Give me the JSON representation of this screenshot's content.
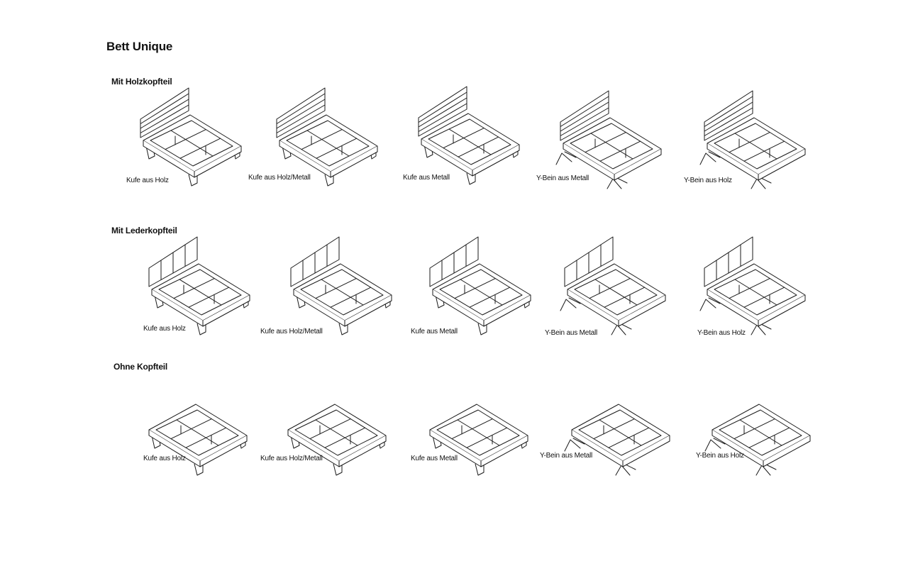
{
  "page": {
    "title": "Bett Unique"
  },
  "sections": [
    {
      "title": "Mit Holzkopfteil",
      "headboard": "holz",
      "items": [
        {
          "label": "Kufe aus Holz",
          "leg": "kufe"
        },
        {
          "label": "Kufe aus Holz/Metall",
          "leg": "kufe"
        },
        {
          "label": "Kufe aus Metall",
          "leg": "kufe"
        },
        {
          "label": "Y-Bein aus Metall",
          "leg": "ybein"
        },
        {
          "label": "Y-Bein aus Holz",
          "leg": "ybein"
        }
      ]
    },
    {
      "title": "Mit Lederkopfteil",
      "headboard": "leder",
      "items": [
        {
          "label": "Kufe aus Holz",
          "leg": "kufe"
        },
        {
          "label": "Kufe aus Holz/Metall",
          "leg": "kufe"
        },
        {
          "label": "Kufe aus Metall",
          "leg": "kufe"
        },
        {
          "label": "Y-Bein aus Metall",
          "leg": "ybein"
        },
        {
          "label": "Y-Bein aus Holz",
          "leg": "ybein"
        }
      ]
    },
    {
      "title": "Ohne Kopfteil",
      "headboard": "none",
      "items": [
        {
          "label": "Kufe aus Holz",
          "leg": "kufe"
        },
        {
          "label": "Kufe aus Holz/Metall",
          "leg": "kufe"
        },
        {
          "label": "Kufe aus Metall",
          "leg": "kufe"
        },
        {
          "label": "Y-Bein aus Metall",
          "leg": "ybein"
        },
        {
          "label": "Y-Bein aus Holz",
          "leg": "ybein"
        }
      ]
    }
  ]
}
